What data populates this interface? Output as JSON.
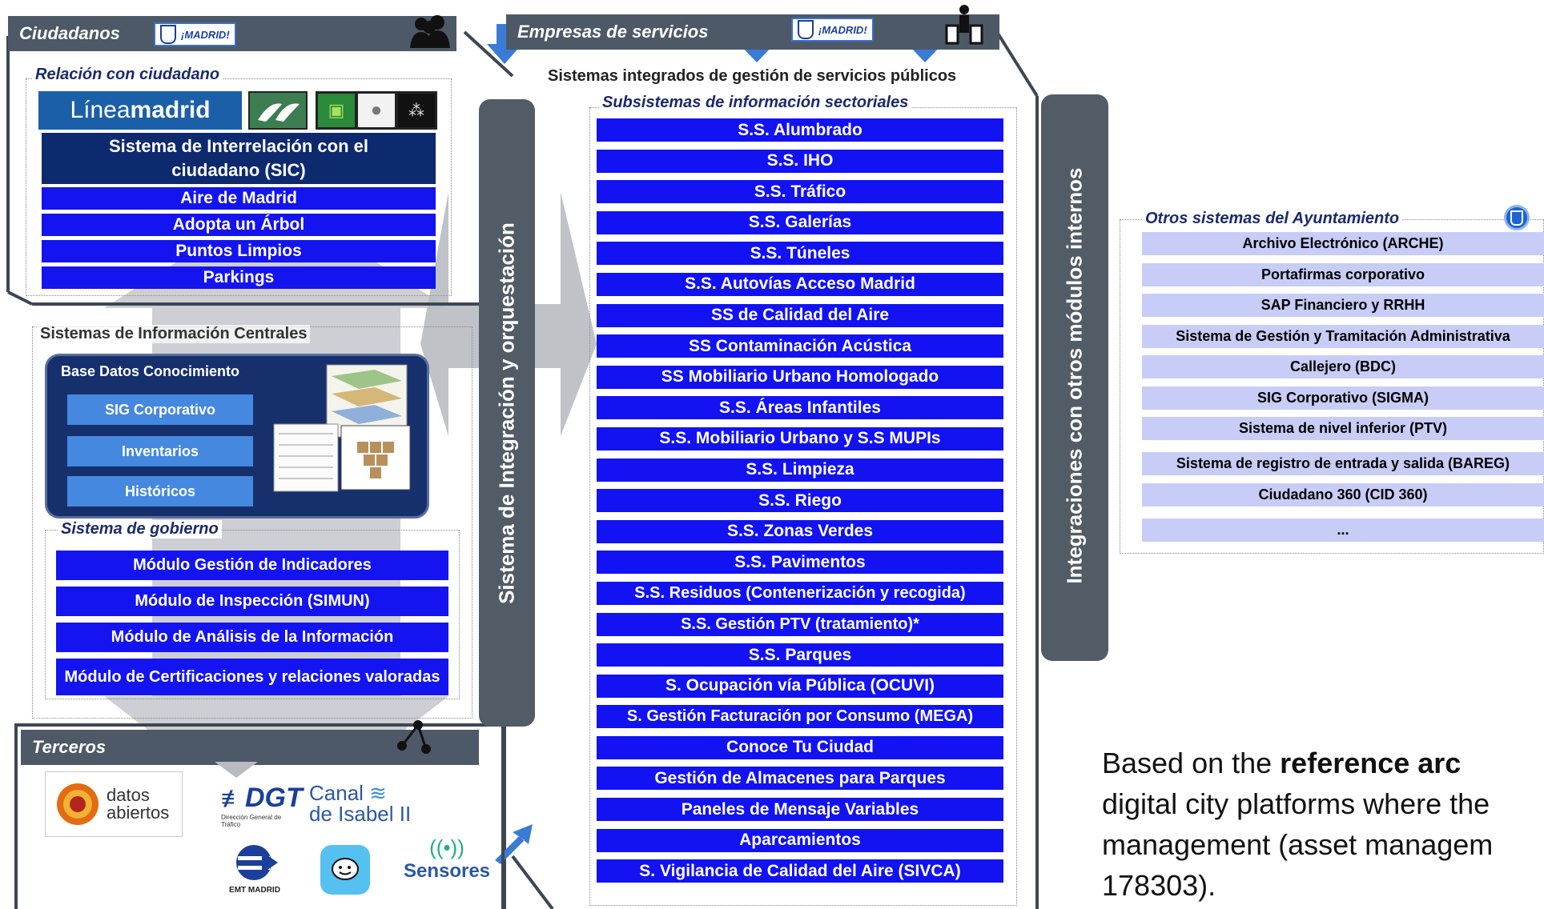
{
  "ciudadanos": {
    "header": "Ciudadanos",
    "badge": "¡MADRID!",
    "relacion_title": "Relación con ciudadano",
    "lineamadrid_light": "Línea",
    "lineamadrid_bold": "madrid",
    "sic": "Sistema de Interrelación con el ciudadano (SIC)",
    "items": [
      "Aire de Madrid",
      "Adopta un Árbol",
      "Puntos Limpios",
      "Parkings"
    ]
  },
  "centrales": {
    "title": "Sistemas de Información Centrales",
    "base_title": "Base Datos Conocimiento",
    "base_items": [
      "SIG Corporativo",
      "Inventarios",
      "Históricos"
    ],
    "gobierno_title": "Sistema de gobierno",
    "gobierno_items": [
      "Módulo Gestión de Indicadores",
      "Módulo de Inspección (SIMUN)",
      "Módulo de Análisis de la Información",
      "Módulo de Certificaciones y relaciones valoradas"
    ]
  },
  "terceros": {
    "header": "Terceros",
    "datos_line1": "datos",
    "datos_line2": "abiertos",
    "dgt": "DGT",
    "dgt_sub": "Dirección General de Tráfico",
    "canal_line1": "Canal",
    "canal_line2": "de Isabel II",
    "emt": "EMT MADRID",
    "sensores": "Sensores"
  },
  "integracion": {
    "label": "Sistema de Integración y orquestación"
  },
  "empresas": {
    "header": "Empresas de servicios",
    "badge": "¡MADRID!",
    "integrados_title": "Sistemas integrados de gestión de servicios públicos",
    "subsistemas_title": "Subsistemas de información sectoriales",
    "items": [
      "S.S. Alumbrado",
      "S.S. IHO",
      "S.S. Tráfico",
      "S.S. Galerías",
      "S.S. Túneles",
      "S.S. Autovías Acceso Madrid",
      "SS de Calidad del Aire",
      "SS Contaminación Acústica",
      "SS Mobiliario Urbano Homologado",
      "S.S. Áreas Infantiles",
      "S.S. Mobiliario Urbano y S.S MUPIs",
      "S.S. Limpieza",
      "S.S. Riego",
      "S.S. Zonas Verdes",
      "S.S.  Pavimentos",
      "S.S.  Residuos (Contenerización y recogida)",
      "S.S.  Gestión PTV (tratamiento)*",
      "S.S.  Parques",
      "S. Ocupación vía Pública (OCUVI)",
      "S. Gestión Facturación por Consumo (MEGA)",
      "Conoce Tu Ciudad",
      "Gestión de Almacenes para Parques",
      "Paneles de Mensaje Variables",
      "Aparcamientos",
      "S. Vigilancia de Calidad del Aire (SIVCA)"
    ]
  },
  "internos": {
    "label": "Integraciones  con otros módulos internos"
  },
  "otros": {
    "title": "Otros sistemas del Ayuntamiento",
    "items": [
      "Archivo Electrónico (ARCHE)",
      "Portafirmas corporativo",
      "SAP Financiero y RRHH",
      "Sistema de Gestión y Tramitación Administrativa",
      "Callejero (BDC)",
      "SIG Corporativo (SIGMA)",
      "Sistema de nivel inferior (PTV)",
      "Sistema de registro de entrada y salida (BAREG)",
      "Ciudadano 360 (CID 360)",
      "..."
    ]
  },
  "caption": {
    "line1_a": "Based on the ",
    "line1_b": "reference arc",
    "line2": "digital city platforms where the",
    "line3": "management (asset managem",
    "line4": "178303)."
  },
  "colors": {
    "header_gray": "#4d5966",
    "box_blue": "#1414f0",
    "pale_blue": "#c7cdf6",
    "dark_navy": "#0d2a6e"
  }
}
